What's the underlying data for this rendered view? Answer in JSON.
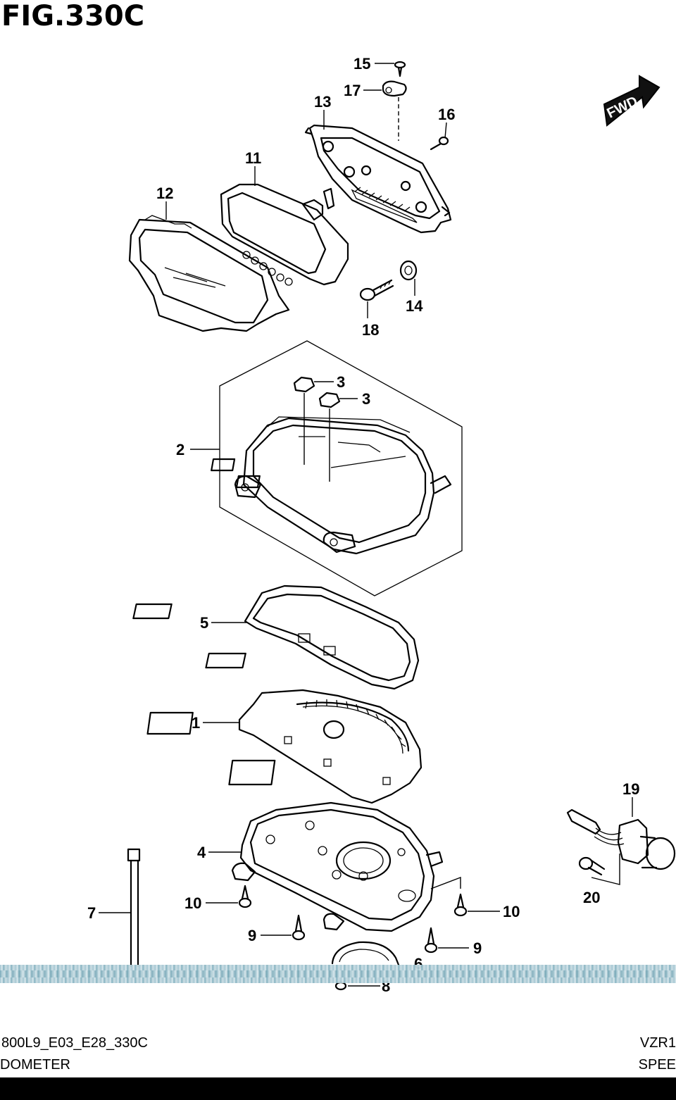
{
  "figure": {
    "title": "FIG.330C"
  },
  "direction_badge": {
    "label": "FWD"
  },
  "callouts": {
    "c1": "1",
    "c2": "2",
    "c3a": "3",
    "c3b": "3",
    "c4": "4",
    "c5": "5",
    "c6": "6",
    "c7": "7",
    "c8": "8",
    "c9a": "9",
    "c9b": "9",
    "c10a": "10",
    "c10b": "10",
    "c11": "11",
    "c12": "12",
    "c13": "13",
    "c14": "14",
    "c15": "15",
    "c16": "16",
    "c17": "17",
    "c18": "18",
    "c19": "19",
    "c20": "20"
  },
  "footer": {
    "code": "800L9_E03_E28_330C",
    "model": "VZR1",
    "section_left": "DOMETER",
    "section_right": "SPEE"
  }
}
